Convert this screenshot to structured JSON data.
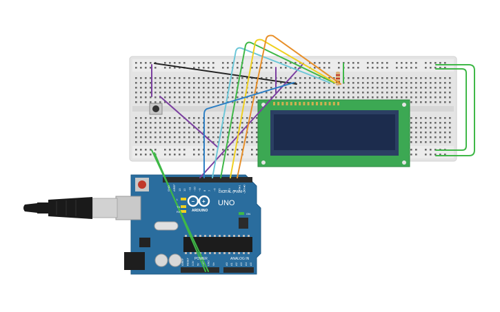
{
  "board": {
    "brand": "ARDUINO",
    "model": "UNO",
    "header_digital": "DIGITAL (PWM~)",
    "header_power": "POWER",
    "header_analog": "ANALOG IN",
    "label_aref": "AREF",
    "label_gnd": "GND",
    "label_tx": "TX",
    "label_rx": "RX",
    "label_l": "L",
    "label_on": "ON",
    "digital_pins": [
      "13",
      "12",
      "~11",
      "~10",
      "~9",
      "8",
      "7",
      "~6",
      "~5",
      "4",
      "~3",
      "2",
      "TX▸1",
      "RX◂0"
    ],
    "power_pins": [
      "IOREF",
      "RESET",
      "3.3V",
      "5V",
      "GND",
      "GND",
      "Vin"
    ],
    "analog_pins": [
      "A0",
      "A1",
      "A2",
      "A3",
      "A4",
      "A5"
    ]
  },
  "colors": {
    "board_blue": "#2a6d9e",
    "breadboard": "#e8e8e8",
    "lcd_green": "#3ca853",
    "lcd_screen": "#1c2c4d",
    "wire_green": "#3fb847",
    "wire_purple": "#7b3fa0",
    "wire_black": "#222222",
    "wire_cyan": "#6cc7d8",
    "wire_yellow": "#f0d020",
    "wire_orange": "#e8902a",
    "wire_blue": "#2d7fc4"
  },
  "icons": {
    "usb": "usb-cable-icon",
    "pushbutton": "pushbutton-icon",
    "resistor": "resistor-icon",
    "chip": "microcontroller-chip-icon"
  }
}
